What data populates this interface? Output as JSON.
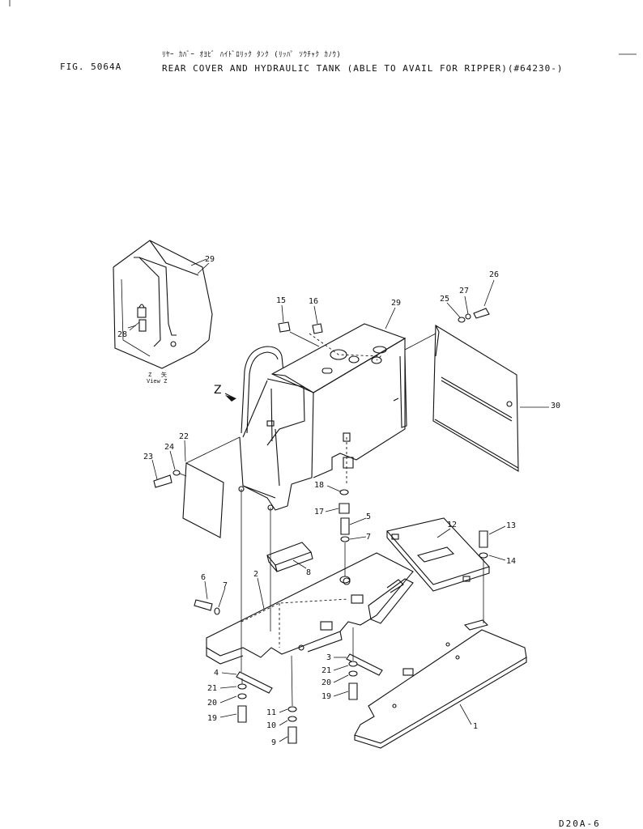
{
  "header": {
    "figure_number": "FIG. 5064A",
    "title_japanese": "ﾘﾔｰ ｶﾊﾞｰ ｵﾖﾋﾞ ﾊｲﾄﾞﾛﾘｯｸ ﾀﾝｸ (ﾘｯﾊﾟ ｿｳﾁｬｸ ｶﾉｳ)",
    "title_english": "REAR COVER AND HYDRAULIC TANK (ABLE TO AVAIL FOR RIPPER)(#64230-)"
  },
  "diagram": {
    "view_marker": "Z",
    "inset_caption": "View Z",
    "inset_marks": [
      "Z",
      "矢"
    ],
    "part_numbers": [
      "29",
      "28",
      "15",
      "16",
      "29",
      "25",
      "27",
      "26",
      "30",
      "22",
      "24",
      "23",
      "18",
      "17",
      "5",
      "7",
      "12",
      "13",
      "14",
      "8",
      "6",
      "7",
      "2",
      "4",
      "21",
      "20",
      "19",
      "11",
      "10",
      "9",
      "3",
      "21",
      "20",
      "19",
      "1"
    ]
  },
  "footer": {
    "page_code": "D20A-6"
  }
}
